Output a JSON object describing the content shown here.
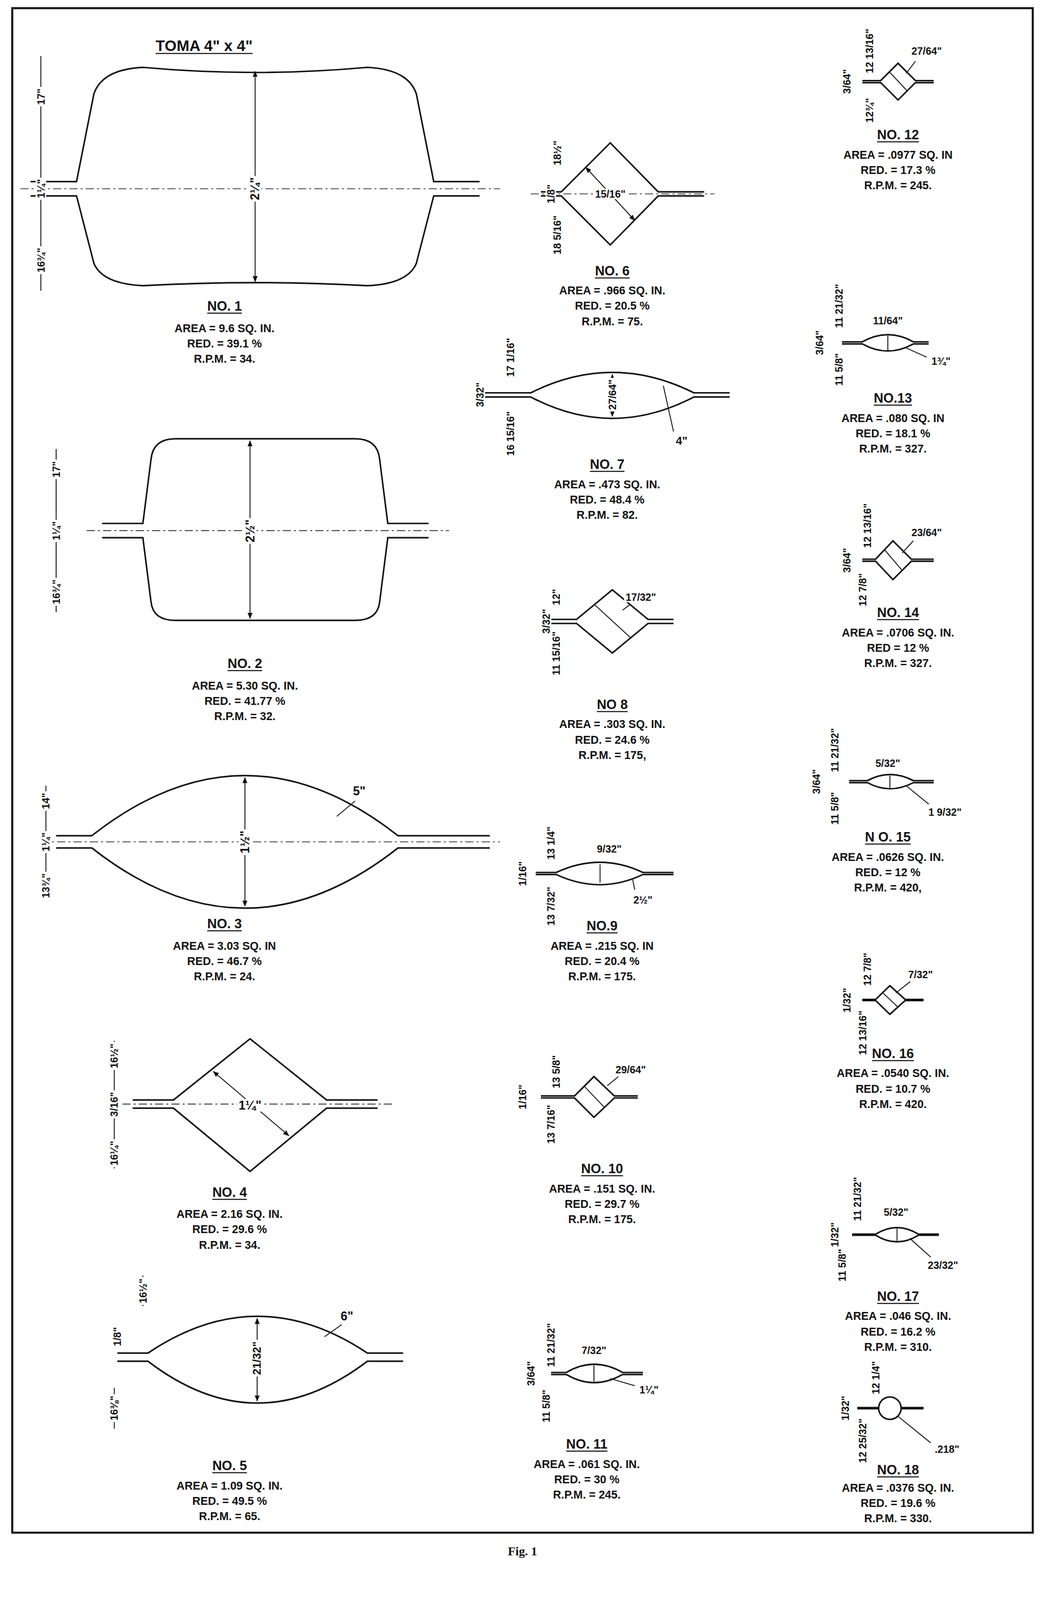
{
  "diagram": {
    "caption": "Fig. 1",
    "labels": [
      "TOMA 4\" x 4\"",
      "17\"",
      "1¼\"",
      "16¾\"",
      "2¼\"",
      "NO. 1",
      "AREA = 9.6 SQ. IN.",
      "RED. = 39.1 %",
      "R.P.M. = 34.",
      "17\"",
      "1¼\"",
      "16¾\"",
      "2½\"",
      "NO. 2",
      "AREA = 5.30 SQ. IN.",
      "RED. = 41.77 %",
      "R.P.M. = 32.",
      "14\"",
      "1¼\"",
      "13¾\"",
      "1½\"",
      "5\"",
      "NO. 3",
      "AREA = 3.03 SQ. IN",
      "RED. = 46.7 %",
      "R.P.M. = 24.",
      "16½\"",
      "3/16\"",
      "16¼\"",
      "1¼\"",
      "NO. 4",
      "AREA = 2.16 SQ. IN.",
      "RED. = 29.6 %",
      "R.P.M. = 34.",
      "16½\"",
      "1/8\"",
      "16⅜\"",
      "21/32\"",
      "6\"",
      "NO. 5",
      "AREA = 1.09 SQ. IN.",
      "RED. = 49.5 %",
      "R.P.M. = 65.",
      "18½\"",
      "1/8\"",
      "18 5/16\"",
      "15/16\"",
      "NO. 6",
      "AREA = .966 SQ. IN.",
      "RED. = 20.5 %",
      "R.P.M. = 75.",
      "17 1/16\"",
      "3/32\"",
      "16 15/16\"",
      "27/64\"",
      "4\"",
      "NO. 7",
      "AREA = .473 SQ. IN.",
      "RED. = 48.4 %",
      "R.P.M. = 82.",
      "12\"",
      "3/32\"",
      "11 15/16\"",
      "17/32\"",
      "NO 8",
      "AREA = .303 SQ. IN.",
      "RED. = 24.6 %",
      "R.P.M. = 175,",
      "13 1/4\"",
      "1/16\"",
      "13 7/32\"",
      "9/32\"",
      "2½\"",
      "NO.9",
      "AREA = .215 SQ. IN",
      "RED. = 20.4 %",
      "R.P.M. = 175.",
      "13 5/8\"",
      "1/16\"",
      "13 7/16\"",
      "29/64\"",
      "NO. 10",
      "AREA = .151 SQ. IN.",
      "RED. = 29.7 %",
      "R.P.M. = 175.",
      "11 21/32\"",
      "3/64\"",
      "11 5/8\"",
      "7/32\"",
      "1¼\"",
      "NO. 11",
      "AREA = .061 SQ. IN.",
      "RED. = 30 %",
      "R.P.M. = 245.",
      "12 13/16\"",
      "3/64\"",
      "12¾\"",
      "27/64\"",
      "NO. 12",
      "AREA = .0977 SQ. IN",
      "RED. = 17.3 %",
      "R.P.M. = 245.",
      "11 21/32\"",
      "3/64\"",
      "11 5/8\"",
      "11/64\"",
      "1¾\"",
      "NO.13",
      "AREA = .080 SQ. IN",
      "RED. = 18.1 %",
      "R.P.M. = 327.",
      "12 13/16\"",
      "3/64\"",
      "12 7/8\"",
      "23/64\"",
      "NO. 14",
      "AREA = .0706 SQ. IN.",
      "RED = 12 %",
      "R.P.M. = 327.",
      "11 21/32\"",
      "3/64\"",
      "11 5/8\"",
      "5/32\"",
      "1 9/32\"",
      "N O. 15",
      "AREA = .0626 SQ. IN.",
      "RED. = 12 %",
      "R.P.M. = 420,",
      "12 7/8\"",
      "1/32\"",
      "12 13/16\"",
      "7/32\"",
      "NO. 16",
      "AREA = .0540 SQ. IN.",
      "RED. = 10.7 %",
      "R.P.M. = 420.",
      "11 21/32\"",
      "1/32\"",
      "11 5/8\"",
      "5/32\"",
      "23/32\"",
      "NO. 17",
      "AREA = .046 SQ. IN.",
      "RED. = 16.2 %",
      "R.P.M. = 310.",
      "12 1/4\"",
      "1/32\"",
      "12 25/32\"",
      ".218\"",
      "NO. 18",
      "AREA = .0376 SQ. IN.",
      "RED. = 19.6 %",
      "R.P.M. = 330."
    ]
  }
}
